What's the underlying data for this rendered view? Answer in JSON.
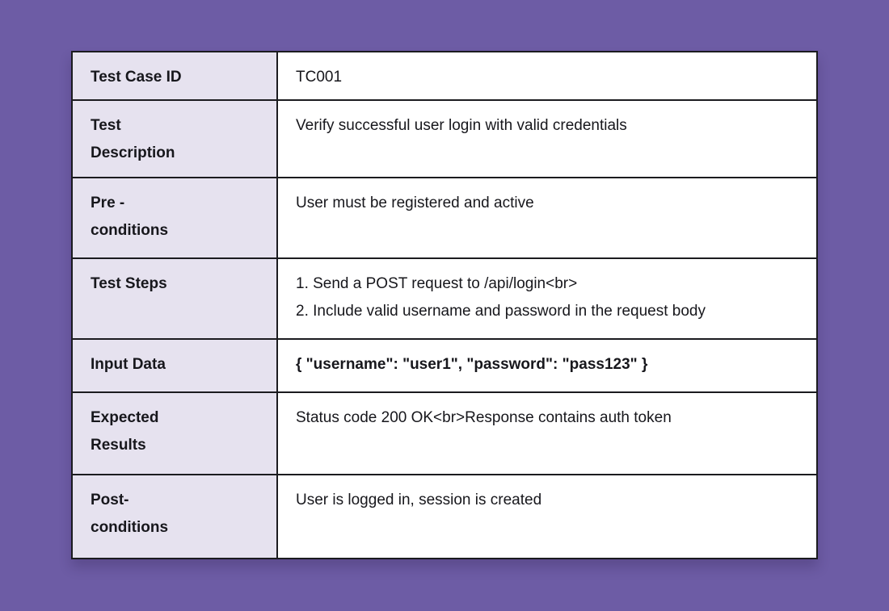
{
  "page": {
    "background_color": "#6d5ca5"
  },
  "table": {
    "description": "Test case specification table",
    "colors": {
      "label_column_bg": "#e6e2ef",
      "value_column_bg": "#ffffff",
      "border": "#1b1b1f",
      "text": "#17171c"
    },
    "rows": [
      {
        "label": [
          "Test Case ID"
        ],
        "value": [
          "TC001"
        ]
      },
      {
        "label": [
          "Test",
          "Description"
        ],
        "value": [
          "Verify successful user login with valid credentials"
        ]
      },
      {
        "label": [
          "Pre -",
          "conditions"
        ],
        "value": [
          "User must be registered and active"
        ]
      },
      {
        "label": [
          "Test Steps"
        ],
        "value": [
          "1. Send a POST request to /api/login<br>",
          "2. Include valid username and password in the request body"
        ]
      },
      {
        "label": [
          "Input Data"
        ],
        "value": [
          "{ \"username\": \"user1\", \"password\": \"pass123\" }"
        ]
      },
      {
        "label": [
          "Expected",
          "Results"
        ],
        "value": [
          "Status code 200 OK<br>Response contains auth token"
        ]
      },
      {
        "label": [
          "Post-",
          "conditions"
        ],
        "value": [
          "User is logged in, session is created"
        ]
      }
    ]
  }
}
